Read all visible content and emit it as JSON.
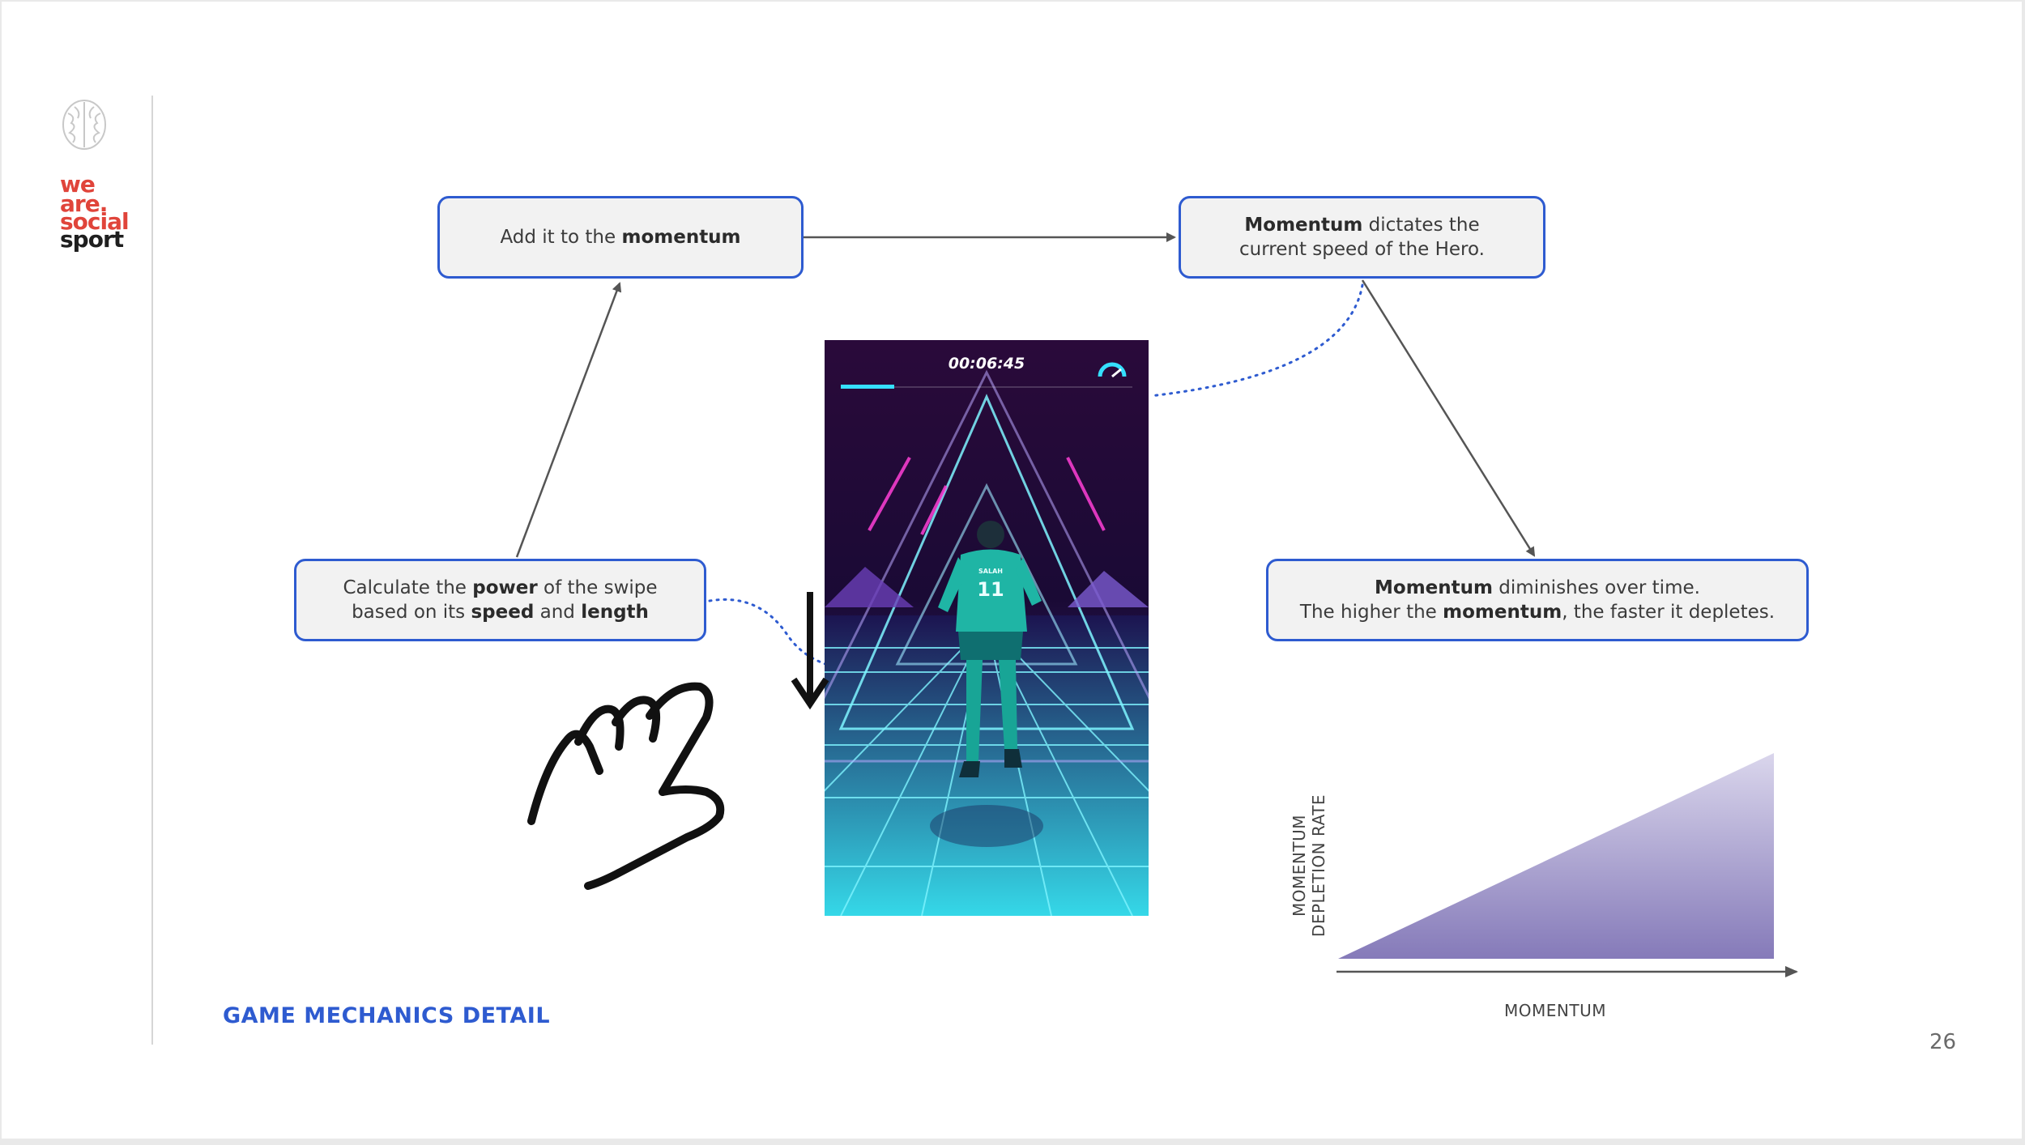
{
  "brand": {
    "logo_lines": [
      "we",
      "are.",
      "social",
      "sport"
    ],
    "logo_colors": [
      "#e0443a",
      "#e0443a",
      "#e0443a",
      "#1f1f1f"
    ]
  },
  "flow": {
    "top_left": {
      "pre": "Add it to the ",
      "bold": "momentum"
    },
    "top_right": {
      "bold": "Momentum",
      "line1_rest": " dictates the",
      "line2": "current speed of the Hero."
    },
    "bottom_left": {
      "l1_a": "Calculate the ",
      "l1_b": "power",
      "l1_c": " of the swipe",
      "l2_a": "based on its ",
      "l2_b": "speed",
      "l2_c": " and ",
      "l2_d": "length"
    },
    "bottom_right": {
      "l1_a": "Momentum",
      "l1_b": " diminishes over time.",
      "l2_a": "The higher the ",
      "l2_b": "momentum",
      "l2_c": ", the faster it depletes."
    }
  },
  "game": {
    "timer": "00:06:45",
    "jersey_number": "11",
    "jersey_name": "SALAH"
  },
  "graph": {
    "ylabel_line1": "MOMENTUM",
    "ylabel_line2": "DEPLETION RATE",
    "xlabel": "MOMENTUM"
  },
  "footer": {
    "title": "GAME MECHANICS DETAIL",
    "page_number": "26"
  },
  "colors": {
    "accent_blue": "#2e5bd0",
    "box_fill": "#f2f2f2",
    "graph_fill_top": "#d7d3ea",
    "graph_fill_bottom": "#8a7cbc"
  }
}
